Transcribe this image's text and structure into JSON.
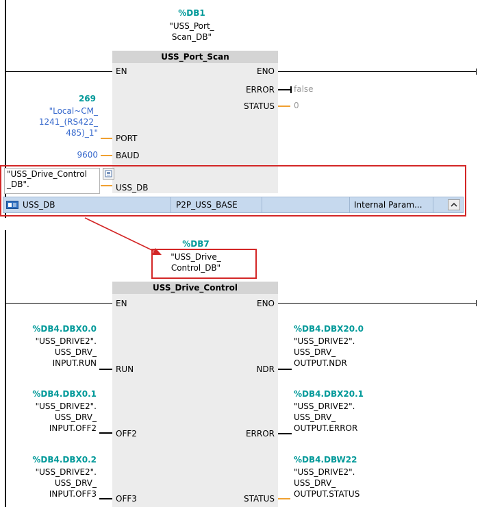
{
  "network1": {
    "db_address": "%DB1",
    "db_name": [
      "\"USS_Port_",
      "Scan_DB\""
    ],
    "block_title": "USS_Port_Scan",
    "pins_in": {
      "en": "EN",
      "port": "PORT",
      "baud": "BAUD",
      "uss_db": "USS_DB"
    },
    "pins_out": {
      "eno": "ENO",
      "error": "ERROR",
      "status": "STATUS"
    },
    "port_value": {
      "number": "269",
      "lines": [
        "\"Local~CM_",
        "1241_(RS422_",
        "485)_1\""
      ]
    },
    "baud_value": "9600",
    "error_value": "false",
    "status_value": "0",
    "uss_db_input": [
      "\"USS_Drive_Control",
      "_DB\"."
    ],
    "autocomplete": {
      "name": "USS_DB",
      "type": "P2P_USS_BASE",
      "comment": "Internal Param...",
      "scroll_icon": "chevron-up-icon",
      "item_icon": "db-tag-icon"
    }
  },
  "network2": {
    "db_address": "%DB7",
    "db_name": [
      "\"USS_Drive_",
      "Control_DB\""
    ],
    "block_title": "USS_Drive_Control",
    "pins_in": {
      "en": "EN",
      "run": "RUN",
      "off2": "OFF2",
      "off3": "OFF3"
    },
    "pins_out": {
      "eno": "ENO",
      "ndr": "NDR",
      "error": "ERROR",
      "status": "STATUS"
    },
    "inputs": [
      {
        "address": "%DB4.DBX0.0",
        "lines": [
          "\"USS_DRIVE2\".",
          "USS_DRV_",
          "INPUT.RUN"
        ]
      },
      {
        "address": "%DB4.DBX0.1",
        "lines": [
          "\"USS_DRIVE2\".",
          "USS_DRV_",
          "INPUT.OFF2"
        ]
      },
      {
        "address": "%DB4.DBX0.2",
        "lines": [
          "\"USS_DRIVE2\".",
          "USS_DRV_",
          "INPUT.OFF3"
        ]
      }
    ],
    "outputs": [
      {
        "address": "%DB4.DBX20.0",
        "lines": [
          "\"USS_DRIVE2\".",
          "USS_DRV_",
          "OUTPUT.NDR"
        ]
      },
      {
        "address": "%DB4.DBX20.1",
        "lines": [
          "\"USS_DRIVE2\".",
          "USS_DRV_",
          "OUTPUT.ERROR"
        ]
      },
      {
        "address": "%DB4.DBW22",
        "lines": [
          "\"USS_DRIVE2\".",
          "USS_DRV_",
          "OUTPUT.STATUS"
        ]
      }
    ]
  },
  "annotation_color": "#d32626"
}
